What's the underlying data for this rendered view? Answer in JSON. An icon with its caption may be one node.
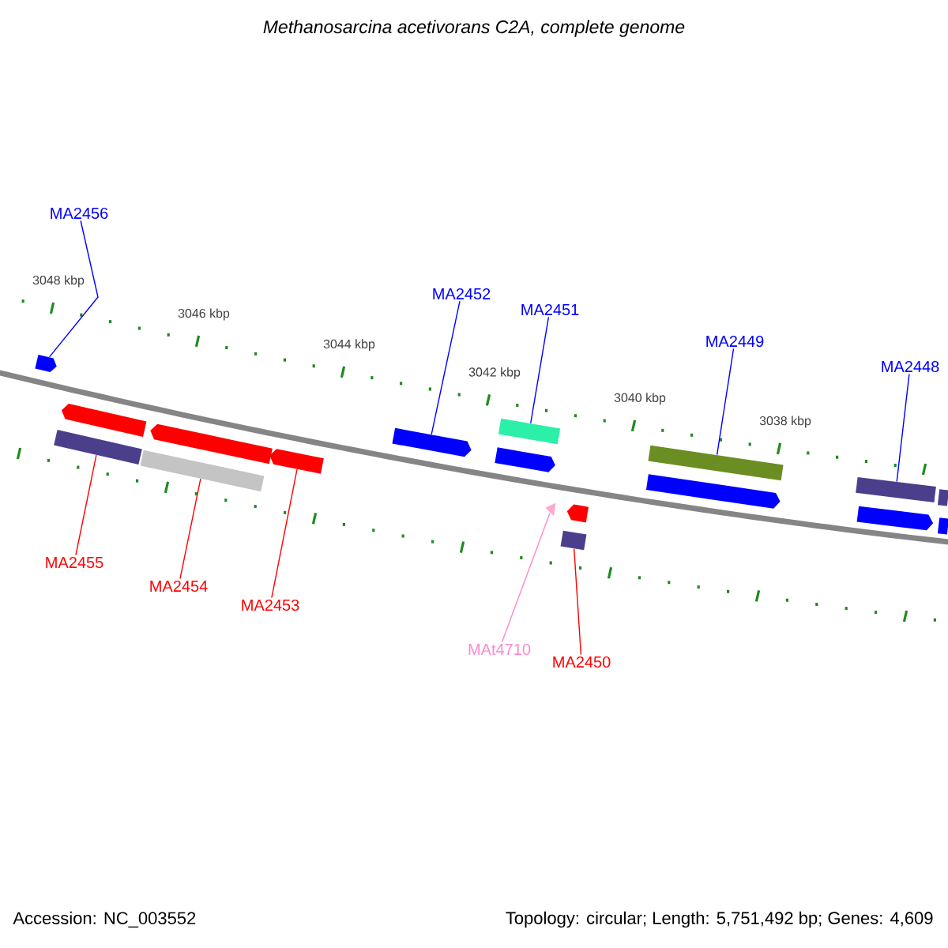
{
  "diagram": {
    "title": "Methanosarcina acetivorans C2A, complete genome",
    "nodes": [
      {
        "text": [
          "MA2456"
        ]
      },
      {
        "text": [
          "MA2452"
        ]
      },
      {
        "text": [
          "MA2451"
        ]
      },
      {
        "text": [
          "MA2449"
        ]
      },
      {
        "text": [
          "MA2448"
        ]
      },
      {
        "text": [],
        "shape": "block"
      },
      {
        "text": [],
        "shape": "block"
      },
      {
        "text": [],
        "shape": "bar"
      },
      {
        "text": [],
        "shape": "block"
      },
      {
        "text": [],
        "shape": "bar"
      },
      {
        "text": [],
        "shape": "block"
      },
      {
        "text": [],
        "shape": "block"
      },
      {
        "text": [],
        "shape": "bar"
      },
      {
        "text": [],
        "shape": "block"
      },
      {
        "text": [],
        "shape": "triangle"
      },
      {
        "text": [],
        "shape": "block"
      },
      {
        "text": [],
        "shape": "bar"
      },
      {
        "text": [],
        "shape": "bar"
      },
      {
        "text": [],
        "shape": "block"
      },
      {
        "text": [],
        "shape": "bar"
      },
      {
        "text": [],
        "shape": "block"
      },
      {
        "text": [],
        "shape": "bar"
      },
      {
        "text": [],
        "shape": "bar"
      },
      {
        "text": [
          "MA2455"
        ]
      },
      {
        "text": [
          "MA2454"
        ]
      },
      {
        "text": [
          "MA2453"
        ]
      },
      {
        "text": [
          "MAt4710"
        ]
      },
      {
        "text": [
          "MA2450"
        ]
      }
    ],
    "edges": [
      {
        "from": 0,
        "to": 5,
        "arrow": "none",
        "color": "#0000ff"
      },
      {
        "from": 1,
        "to": 11,
        "arrow": "none",
        "color": "#0000ff"
      },
      {
        "from": 2,
        "to": 12,
        "arrow": "none",
        "color": "#0000ff"
      },
      {
        "from": 3,
        "to": 17,
        "arrow": "none",
        "color": "#0000ff"
      },
      {
        "from": 4,
        "to": 19,
        "arrow": "none",
        "color": "#0000ff"
      },
      {
        "from": 23,
        "to": 7,
        "arrow": "none",
        "color": "#ff0000"
      },
      {
        "from": 24,
        "to": 9,
        "arrow": "none",
        "color": "#ff0000"
      },
      {
        "from": 25,
        "to": 10,
        "arrow": "none",
        "color": "#ff0000"
      },
      {
        "from": 26,
        "to": 14,
        "arrow": "none",
        "color": "#ff88cc"
      },
      {
        "from": 27,
        "to": 16,
        "arrow": "none",
        "color": "#ff0000"
      }
    ],
    "labels": [
      "3048 kbp",
      "3046 kbp",
      "3044 kbp",
      "3042 kbp",
      "3040 kbp",
      "3038 kbp",
      "Accession: NC_003552",
      "Topology: circular; Length: 5,751,492 bp; Genes: 4,609"
    ]
  }
}
